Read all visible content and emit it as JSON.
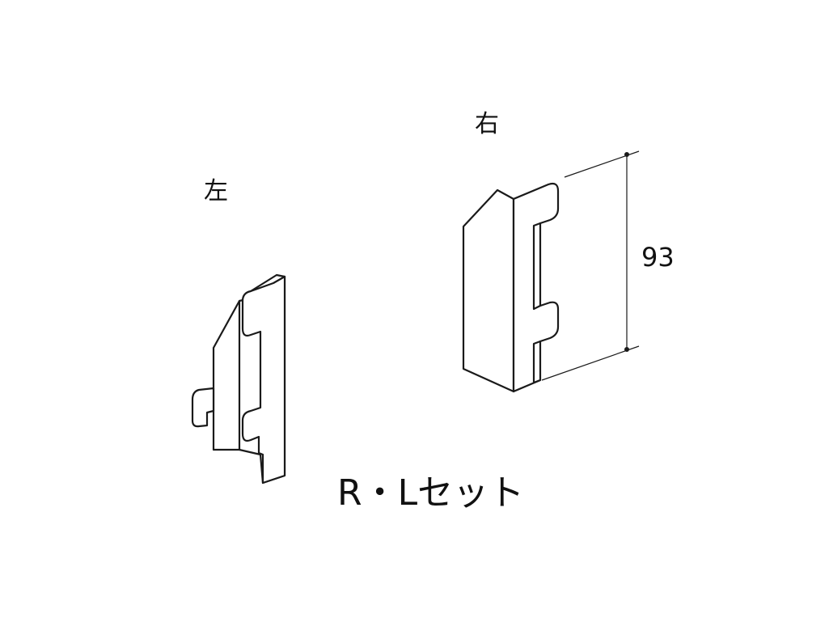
{
  "labels": {
    "left": "左",
    "right": "右",
    "dimension": "93",
    "set": "R・Lセット"
  },
  "colors": {
    "line": "#1a1a1a",
    "background": "#ffffff"
  }
}
